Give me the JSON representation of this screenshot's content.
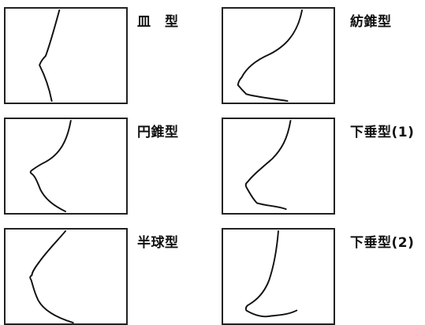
{
  "shapes": [
    {
      "label": "皿　型"
    },
    {
      "label": "紡錐型"
    },
    {
      "label": "円錐型"
    },
    {
      "label": "下垂型(1)"
    },
    {
      "label": "半球型"
    },
    {
      "label": "下垂型(2)"
    }
  ]
}
